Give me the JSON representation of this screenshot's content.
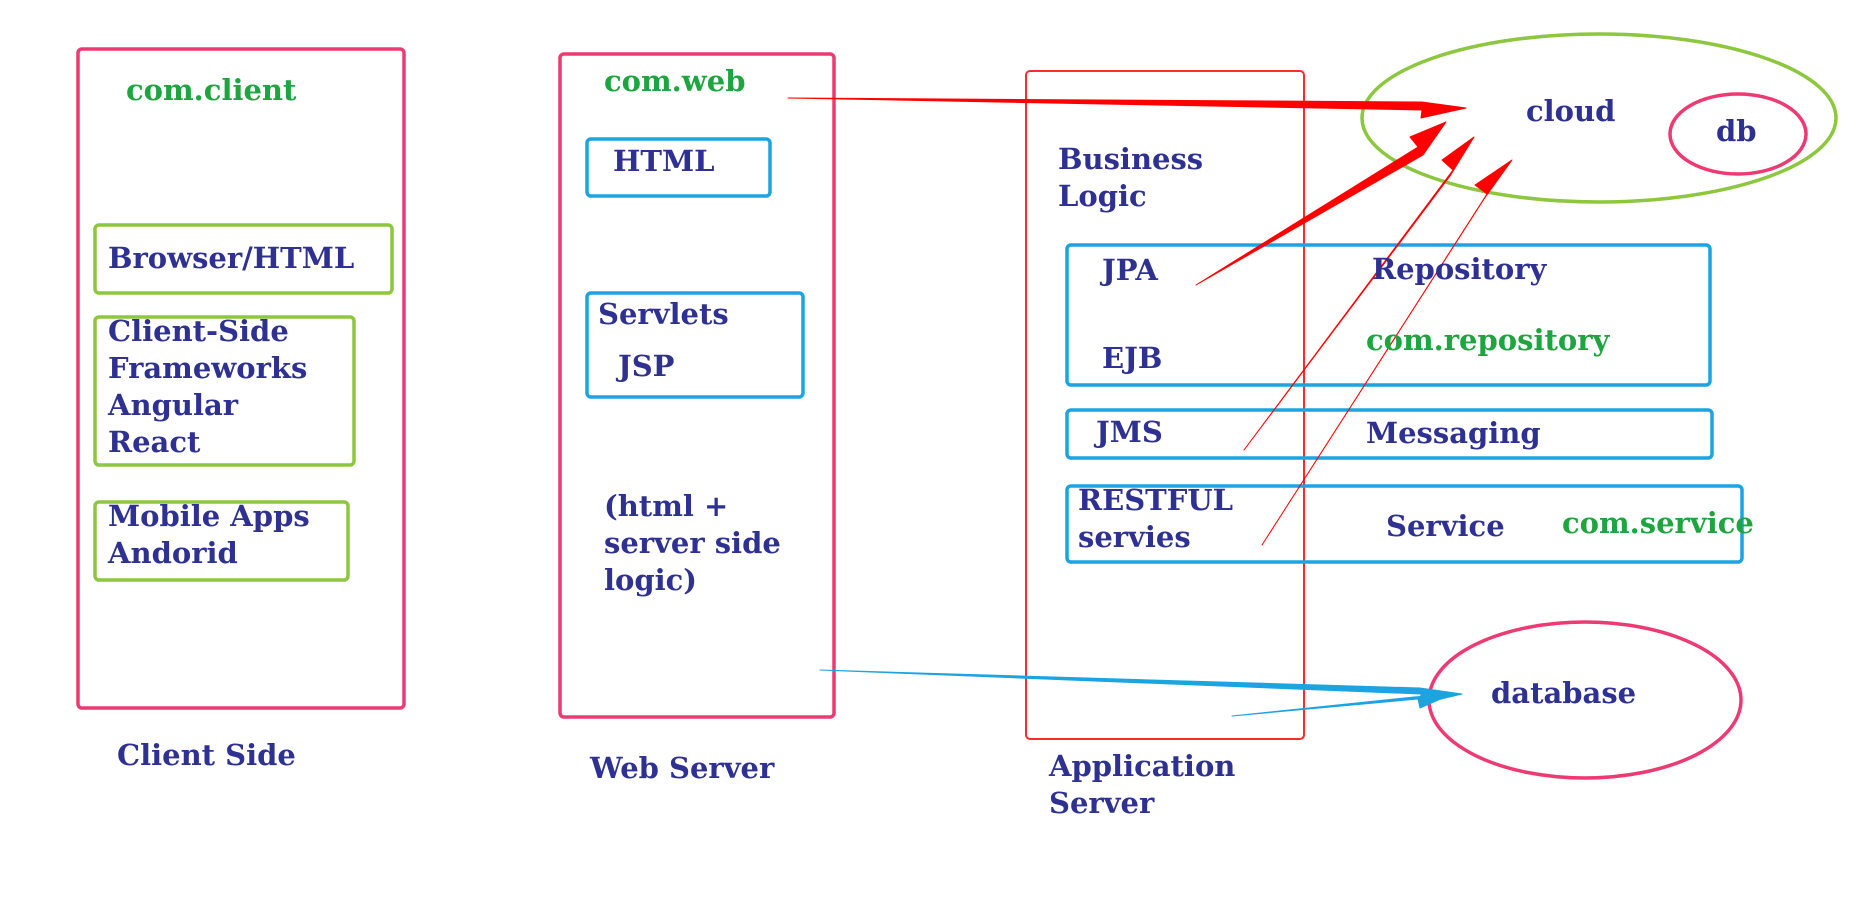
{
  "client": {
    "package": "com.client",
    "items": [
      "Browser/HTML",
      "Client-Side\nFrameworks\nAngular\nReact",
      "Mobile Apps\nAndorid"
    ],
    "caption": "Client Side"
  },
  "web": {
    "package": "com.web",
    "items": [
      "HTML",
      "Servlets",
      "JSP"
    ],
    "note": "(html +\nserver side\nlogic)",
    "caption": "Web Server"
  },
  "app": {
    "title": "Business\nLogic",
    "jpa": "JPA",
    "ejb": "EJB",
    "repository": "Repository",
    "repository_package": "com.repository",
    "jms": "JMS",
    "messaging": "Messaging",
    "restful": "RESTFUL\nservies",
    "service": "Service",
    "service_package": "com.service",
    "caption": "Application\nServer"
  },
  "cloud": {
    "label": "cloud",
    "db": "db"
  },
  "database": {
    "label": "database"
  },
  "colors": {
    "text": "#2e3192",
    "package_text": "#1ea540",
    "tier_border": "#ee3a72",
    "green_box": "#8dc63f",
    "blue_box": "#1ba4e0",
    "app_border": "#ff2a2a",
    "red_arrow": "#ff0000",
    "blue_arrow": "#1ba4e0"
  }
}
